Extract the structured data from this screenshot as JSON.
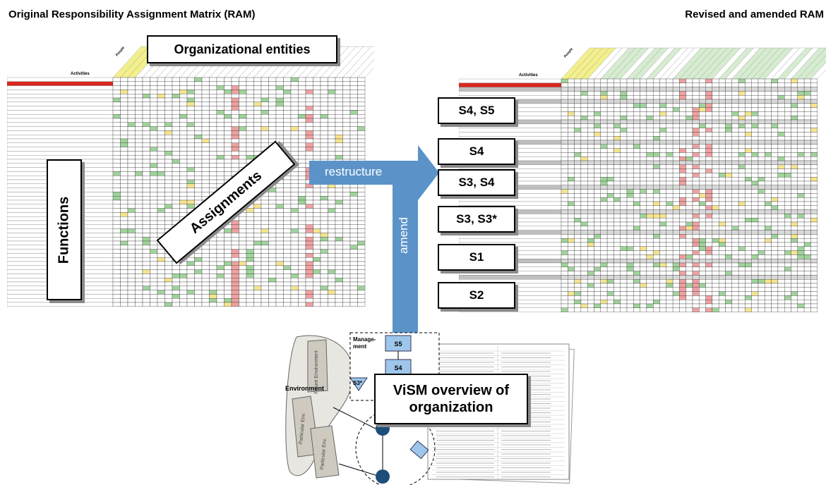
{
  "titles": {
    "left": "Original Responsibility Assignment Matrix (RAM)",
    "right": "Revised and amended RAM"
  },
  "callouts": {
    "org_entities": "Organizational entities",
    "functions": "Functions",
    "assignments": "Assignments",
    "vism_line1": "ViSM overview of",
    "vism_line2": "organization"
  },
  "arrows": {
    "restructure": "restructure",
    "amend": "amend"
  },
  "systems": [
    "S4, S5",
    "S4",
    "S3, S4",
    "S3, S3*",
    "S1",
    "S2"
  ],
  "vism": {
    "management": "Manage-\nment",
    "s5": "S5",
    "s4": "S4",
    "s3star": "S3*",
    "environment": "Environment",
    "future_env": "Future Environment",
    "particular_env_1": "Particular Env.",
    "particular_env_2": "Particular Env."
  },
  "matrix_labels": {
    "activities": "Activities",
    "people": "People"
  },
  "colors": {
    "arrow": "#5b93c9",
    "red_row": "#d9261c",
    "green_cell": "#9fd49a",
    "pink_cell": "#f0a0a0",
    "yellow_header": "#f3f08c",
    "vism_box": "#9ec6ea"
  }
}
